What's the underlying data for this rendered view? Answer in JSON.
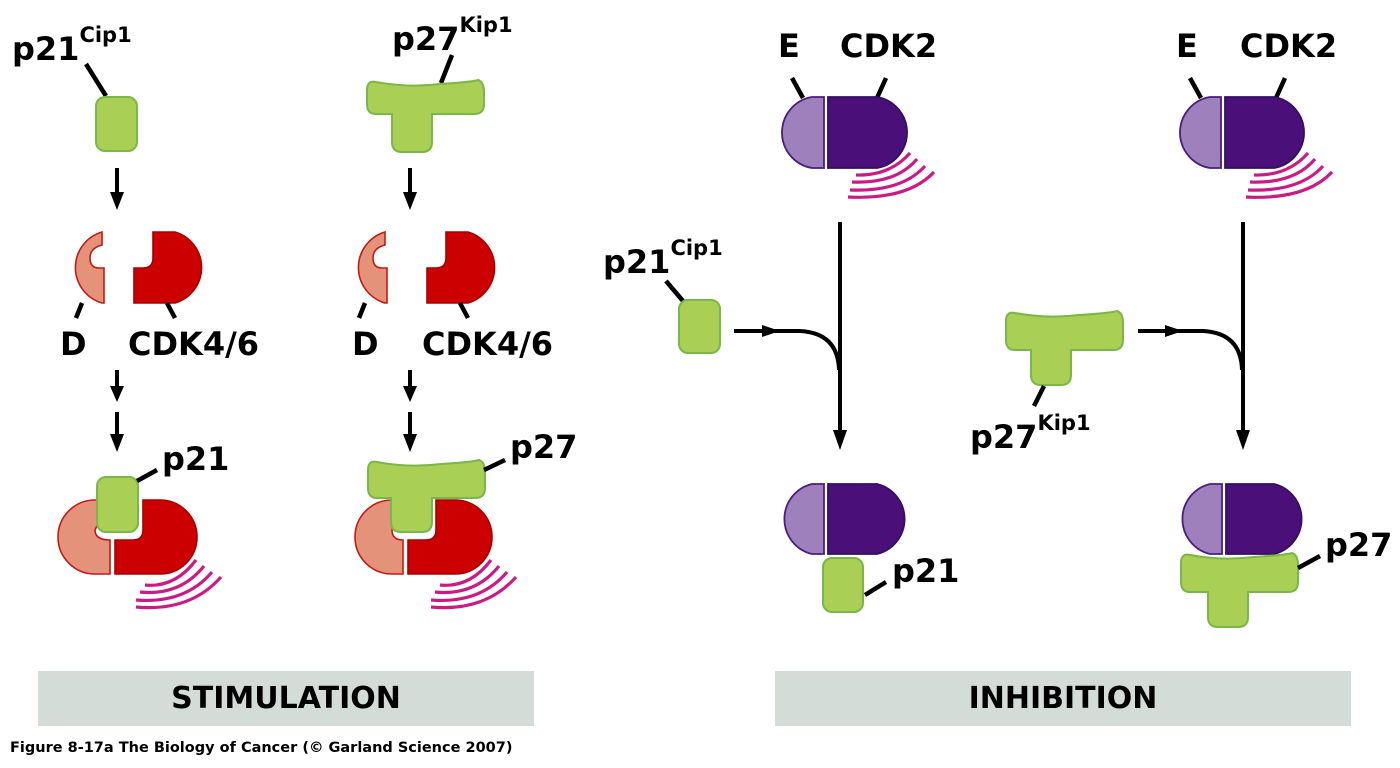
{
  "figure": {
    "caption": "Figure 8-17a  The Biology of Cancer (© Garland Science 2007)"
  },
  "panels": {
    "stimulation": {
      "title": "STIMULATION",
      "columns": [
        {
          "inhibitor_label": "p21",
          "inhibitor_sup": "Cip1",
          "inhibitor_shape": "rounded-square",
          "cyclin_label": "D",
          "cdk_label": "CDK4/6",
          "complex_label": "p21",
          "complex_active": true
        },
        {
          "inhibitor_label": "p27",
          "inhibitor_sup": "Kip1",
          "inhibitor_shape": "T-shape",
          "cyclin_label": "D",
          "cdk_label": "CDK4/6",
          "complex_label": "p27",
          "complex_active": true
        }
      ]
    },
    "inhibition": {
      "title": "INHIBITION",
      "columns": [
        {
          "cyclin_label": "E",
          "cdk_label": "CDK2",
          "inhibitor_label": "p21",
          "inhibitor_sup": "Cip1",
          "inhibitor_shape": "rounded-square",
          "complex_label": "p21",
          "complex_active": false
        },
        {
          "cyclin_label": "E",
          "cdk_label": "CDK2",
          "inhibitor_label": "p27",
          "inhibitor_sup": "Kip1",
          "inhibitor_shape": "T-shape",
          "complex_label": "p27",
          "complex_active": false
        }
      ]
    }
  },
  "colors": {
    "inhibitor_green": "#a9cf55",
    "cyclin_d": "#e5927a",
    "cdk46": "#cc0000",
    "cyclin_e": "#9e80bd",
    "cdk2": "#4b0f7a",
    "activity_waves": "#cc1a82",
    "banner_bg": "#d3dcd7"
  }
}
